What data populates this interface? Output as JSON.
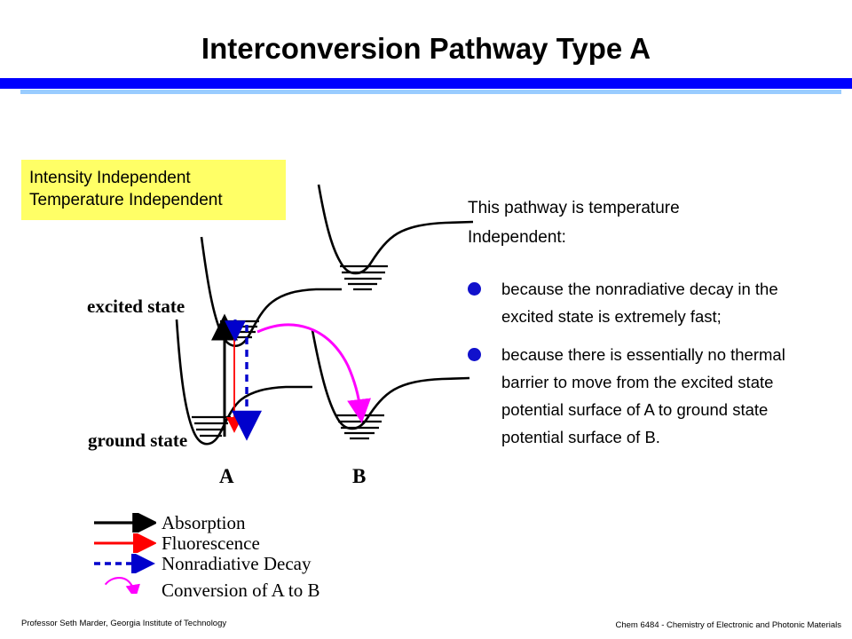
{
  "slide": {
    "title": "Interconversion Pathway Type A",
    "accent_color": "#0000ff",
    "accent_light_color": "#99ccff",
    "highlight_color": "#ffff66",
    "bullet_color": "#1111cc"
  },
  "callout": {
    "line1": "Intensity Independent",
    "line2": "Temperature Independent"
  },
  "explanation": {
    "intro_line1": "This pathway is temperature",
    "intro_line2": "Independent:",
    "bullets": [
      {
        "lines": [
          "because the nonradiative decay in the",
          "excited state is extremely fast;"
        ]
      },
      {
        "lines": [
          "because there is essentially no thermal",
          "barrier to move from the excited state",
          "potential surface of A to ground state",
          "potential surface of B."
        ]
      }
    ]
  },
  "diagram": {
    "excited_state_label": "excited state",
    "ground_state_label": "ground state",
    "molecule_a_label": "A",
    "molecule_b_label": "B",
    "curve_color": "#000000",
    "arrows": {
      "absorption_color": "#000000",
      "fluorescence_color": "#ff0000",
      "nonradiative_color": "#0000cc",
      "conversion_color": "#ff00ff"
    }
  },
  "legend": {
    "items": [
      {
        "label": "Absorption",
        "color": "#000000",
        "style": "solid-arrow"
      },
      {
        "label": "Fluorescence",
        "color": "#ff0000",
        "style": "solid-arrow"
      },
      {
        "label": "Nonradiative Decay",
        "color": "#0000cc",
        "style": "dashed-arrow"
      },
      {
        "label": "Conversion of A to B",
        "color": "#ff00ff",
        "style": "curved-arrow"
      }
    ]
  },
  "footer": {
    "left": "Professor Seth Marder, Georgia Institute of Technology",
    "right": "Chem 6484 - Chemistry of Electronic and Photonic Materials"
  }
}
